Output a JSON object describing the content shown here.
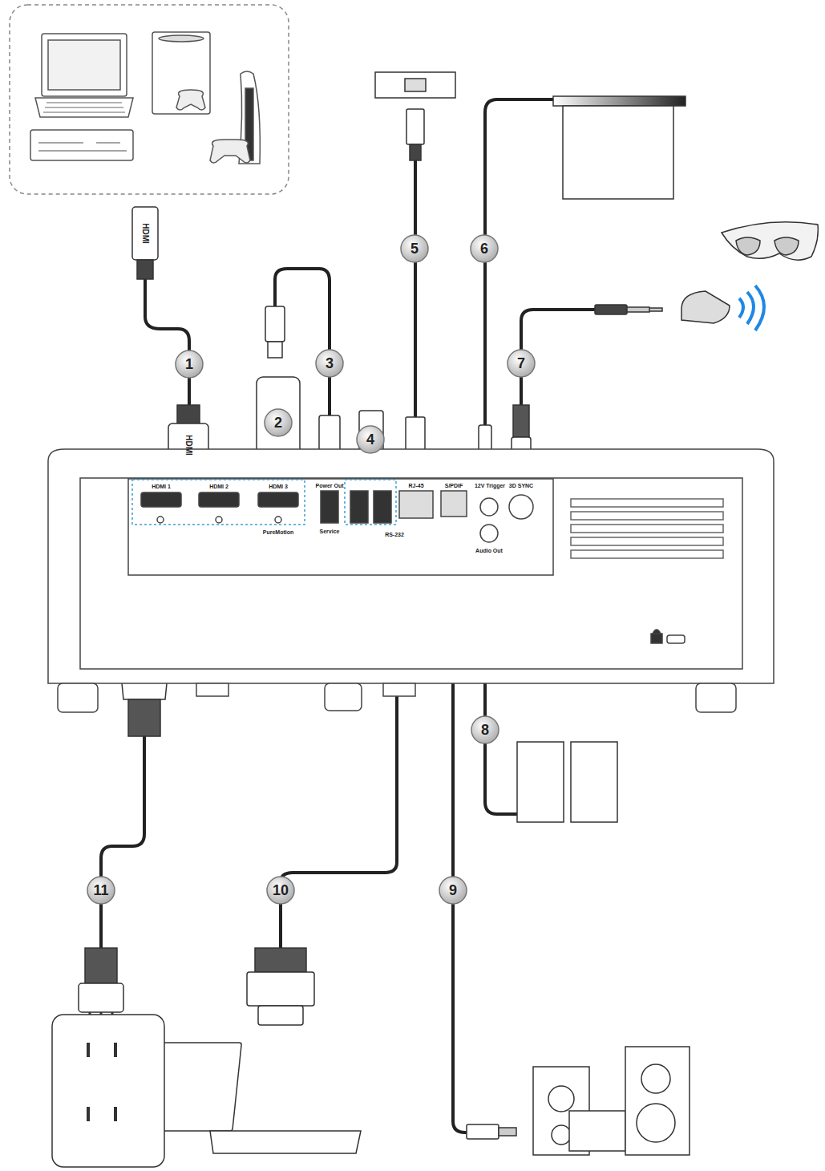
{
  "diagram": {
    "labels": [
      "5",
      "6",
      "1",
      "3",
      "7",
      "2",
      "4",
      "HDMI",
      "HDMI",
      "HDMI 1",
      "HDMI 2",
      "HDMI 3",
      "Power Out",
      "RJ-45",
      "S/PDIF",
      "12V Trigger",
      "3D SYNC",
      "PureMotion",
      "Service",
      "RS-232",
      "Audio Out",
      "8",
      "11",
      "10",
      "9"
    ]
  }
}
